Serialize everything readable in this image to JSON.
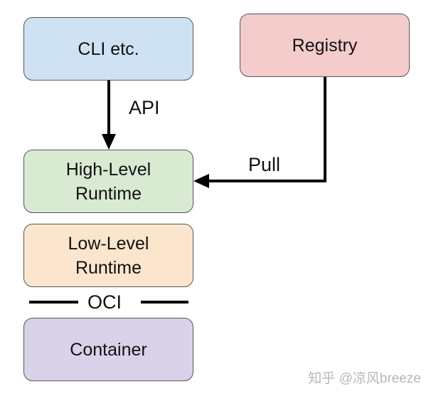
{
  "nodes": {
    "cli": {
      "label": "CLI etc.",
      "color": "#cfe2f3"
    },
    "registry": {
      "label": "Registry",
      "color": "#f4cccc"
    },
    "high_level_runtime": {
      "label": "High-Level\nRuntime",
      "color": "#d9ead3"
    },
    "low_level_runtime": {
      "label": "Low-Level\nRuntime",
      "color": "#fce5cd"
    },
    "container": {
      "label": "Container",
      "color": "#d9d2e9"
    }
  },
  "edges": {
    "api": {
      "label": "API"
    },
    "pull": {
      "label": "Pull"
    }
  },
  "separator": {
    "label": "OCI"
  },
  "watermark": {
    "text": "知乎 @凉风breeze"
  },
  "colors": {
    "border": "#555555",
    "line": "#000000",
    "text": "#111111"
  }
}
